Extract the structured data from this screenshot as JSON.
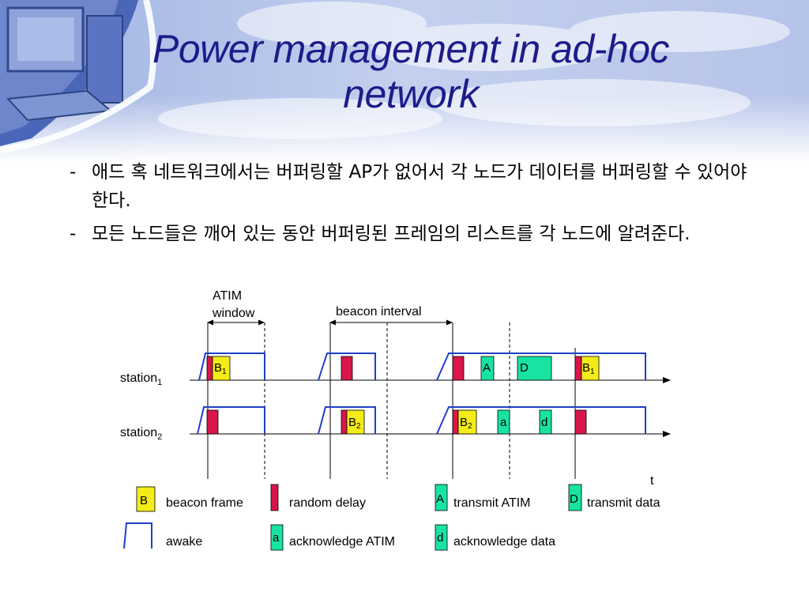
{
  "slide": {
    "title_line1": "Power management in ad-hoc",
    "title_line2": "network",
    "bullets": [
      {
        "dash": "-",
        "text": "애드 혹 네트워크에서는 버퍼링할 AP가 없어서 각 노드가 데이터를 버퍼링할 수 있어야 한다."
      },
      {
        "dash": "-",
        "text": "모든 노드들은 깨어 있는 동안 버퍼링된 프레임의 리스트를 각 노드에 알려준다."
      }
    ]
  },
  "diagram": {
    "atim_window_label_1": "ATIM",
    "atim_window_label_2": "window",
    "beacon_interval_label": "beacon interval",
    "station1": {
      "name": "station",
      "sub": "1"
    },
    "station2": {
      "name": "station",
      "sub": "2"
    },
    "time_label": "t",
    "frames": {
      "B": "B",
      "B_sub1": "1",
      "B_sub2": "2",
      "A": "A",
      "D": "D",
      "a": "a",
      "d": "d"
    }
  },
  "legend": {
    "beacon_frame": {
      "letter": "B",
      "label": "beacon frame"
    },
    "random_delay": {
      "label": "random delay"
    },
    "transmit_atim": {
      "letter": "A",
      "label": "transmit ATIM"
    },
    "transmit_data": {
      "letter": "D",
      "label": "transmit data"
    },
    "awake": {
      "label": "awake"
    },
    "acknowledge_atim": {
      "letter": "a",
      "label": "acknowledge ATIM"
    },
    "acknowledge_data": {
      "letter": "d",
      "label": "acknowledge data"
    }
  },
  "colors": {
    "title": "#1c1c8a",
    "beacon": "#f4ec18",
    "random_delay": "#d8164a",
    "atim": "#19e3a3",
    "awake_line": "#1f3fc8",
    "banner": "#b9c6e8"
  }
}
